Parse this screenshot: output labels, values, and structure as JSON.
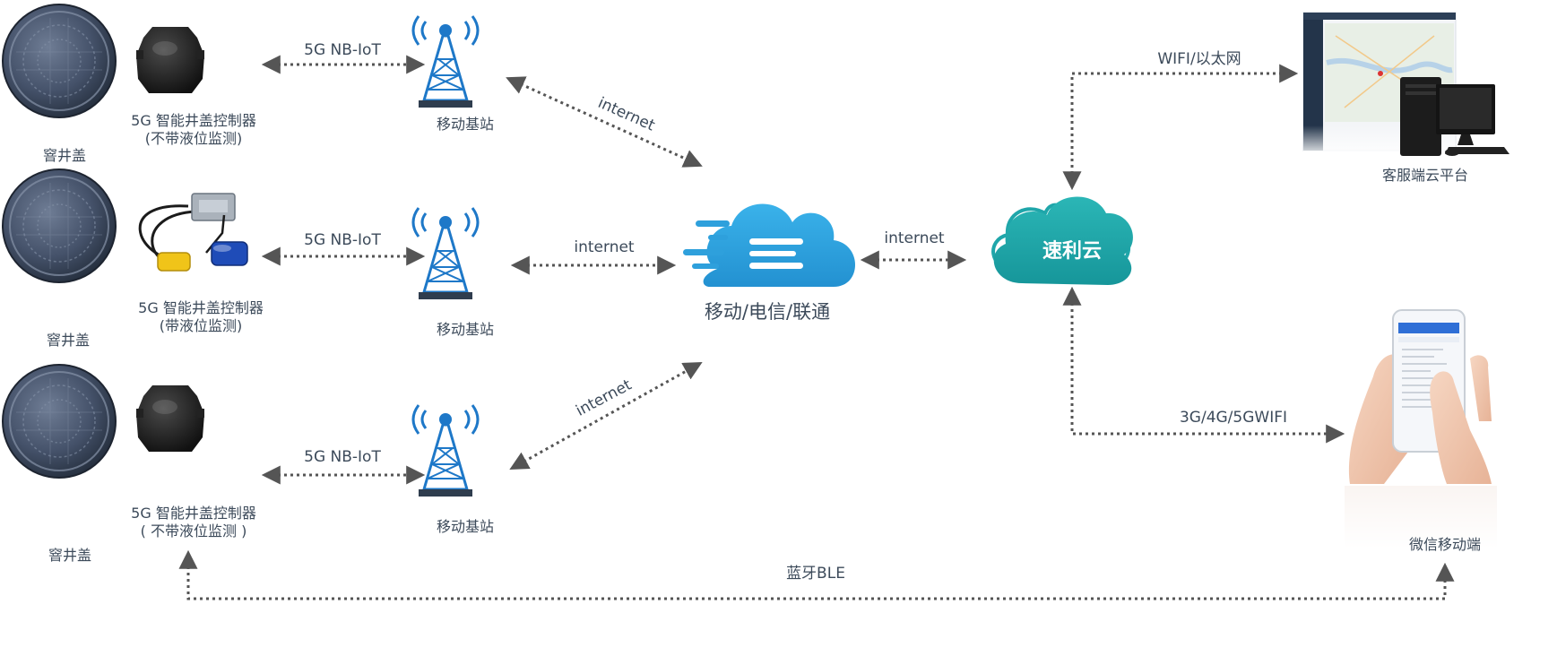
{
  "devices": [
    {
      "cover_label": "窨井盖",
      "controller_line1": "5G 智能井盖控制器",
      "controller_line2": "(不带液位监测)",
      "link_label": "5G NB-IoT",
      "station_label": "移动基站",
      "uplink_label": "internet"
    },
    {
      "cover_label": "窨井盖",
      "controller_line1": "5G 智能井盖控制器",
      "controller_line2": "(带液位监测)",
      "link_label": "5G NB-IoT",
      "station_label": "移动基站",
      "uplink_label": "internet"
    },
    {
      "cover_label": "窨井盖",
      "controller_line1": "5G 智能井盖控制器",
      "controller_line2": "( 不带液位监测 )",
      "link_label": "5G NB-IoT",
      "station_label": "移动基站",
      "uplink_label": "internet"
    }
  ],
  "carrier": {
    "label": "移动/电信/联通",
    "link_label": "internet"
  },
  "cloud": {
    "name": "速利云"
  },
  "platform": {
    "label": "客服端云平台",
    "link_label": "WIFI/以太网"
  },
  "mobile": {
    "label": "微信移动端",
    "link_label": "3G/4G/5GWIFI"
  },
  "bluetooth": {
    "link_label": "蓝牙BLE"
  },
  "colors": {
    "carrier_cloud": "#2ea0dc",
    "suli_cloud": "#1fa6aa",
    "tower": "#1e78c8",
    "arrow": "#555555",
    "text": "#3c4a5a"
  }
}
